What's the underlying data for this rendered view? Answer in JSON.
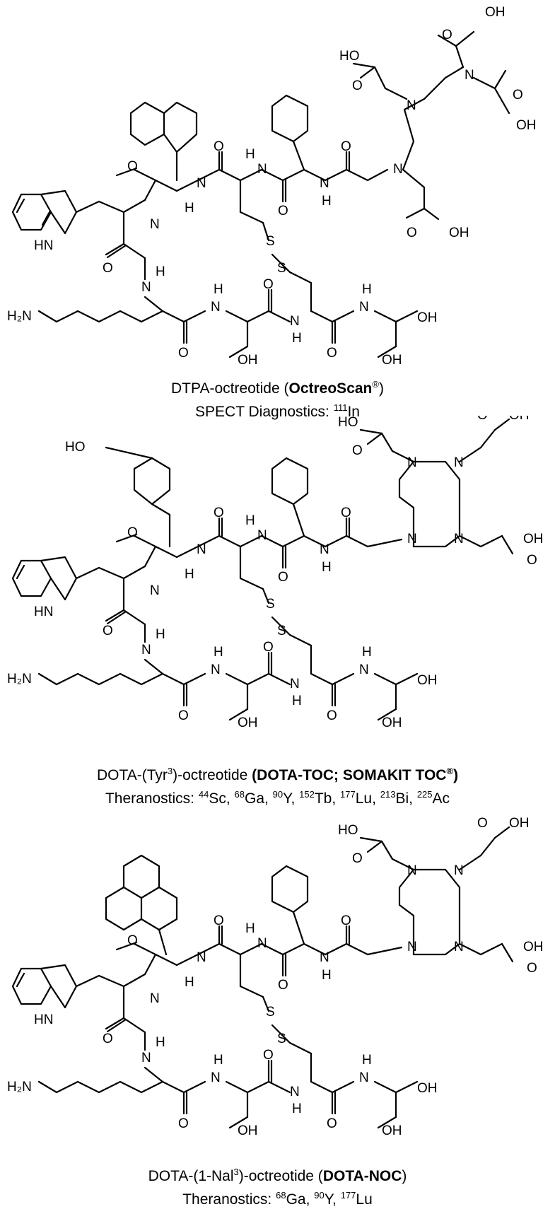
{
  "structures": [
    {
      "id": "dtpa",
      "caption_name_prefix": "DTPA-octreotide (",
      "caption_name_bold": "OctreoScan",
      "caption_name_bold_sup": "®",
      "caption_name_suffix": ")",
      "caption_use_label": "SPECT Diagnostics: ",
      "caption_isotopes": [
        {
          "mass": "111",
          "el": "In"
        }
      ]
    },
    {
      "id": "dotatoc",
      "caption_name_prefix": "DOTA-(Tyr",
      "caption_name_sup": "3",
      "caption_name_mid": ")-octreotide ",
      "caption_name_bold": "(DOTA-TOC; SOMAKIT TOC",
      "caption_name_bold_sup": "®",
      "caption_name_bold_end": ")",
      "caption_use_label": "Theranostics: ",
      "caption_isotopes": [
        {
          "mass": "44",
          "el": "Sc"
        },
        {
          "mass": "68",
          "el": "Ga"
        },
        {
          "mass": "90",
          "el": "Y"
        },
        {
          "mass": "152",
          "el": "Tb"
        },
        {
          "mass": "177",
          "el": "Lu"
        },
        {
          "mass": "213",
          "el": "Bi"
        },
        {
          "mass": "225",
          "el": "Ac"
        }
      ]
    },
    {
      "id": "dotanoc",
      "caption_name_prefix": "DOTA-(1-Nal",
      "caption_name_sup": "3",
      "caption_name_mid": ")-octreotide (",
      "caption_name_bold": "DOTA-NOC",
      "caption_name_suffix": ")",
      "caption_use_label": "Theranostics: ",
      "caption_isotopes": [
        {
          "mass": "68",
          "el": "Ga"
        },
        {
          "mass": "90",
          "el": "Y"
        },
        {
          "mass": "177",
          "el": "Lu"
        }
      ]
    }
  ],
  "atom_labels": {
    "oh": "OH",
    "ho": "HO",
    "o": "O",
    "n": "N",
    "h": "H",
    "s": "S",
    "hn": "HN",
    "h2n": "H₂N"
  }
}
